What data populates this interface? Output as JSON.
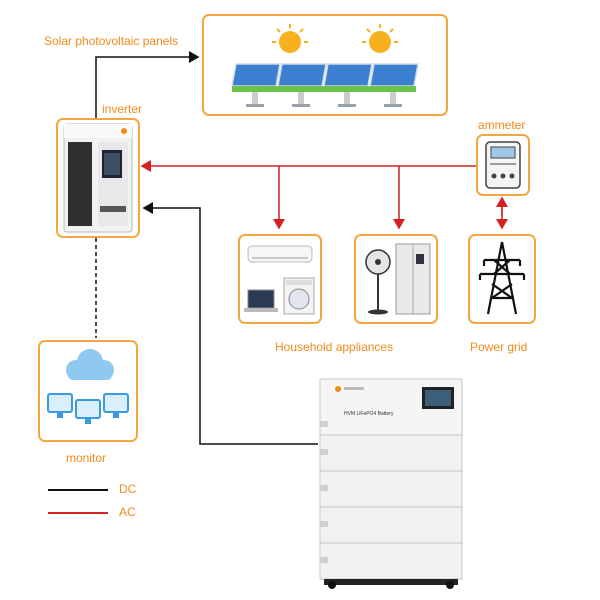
{
  "labels": {
    "solar": "Solar photovoltaic panels",
    "inverter": "inverter",
    "ammeter": "ammeter",
    "household": "Household appliances",
    "power_grid": "Power grid",
    "monitor": "monitor",
    "battery_model": "HVM LiFePO4 Battery"
  },
  "legend": [
    {
      "label": "DC",
      "color": "#111111"
    },
    {
      "label": "AC",
      "color": "#d42020"
    }
  ],
  "colors": {
    "accent": "#f4a640",
    "label_text": "#f08a1a",
    "dc_line": "#111111",
    "ac_line": "#d42020"
  }
}
